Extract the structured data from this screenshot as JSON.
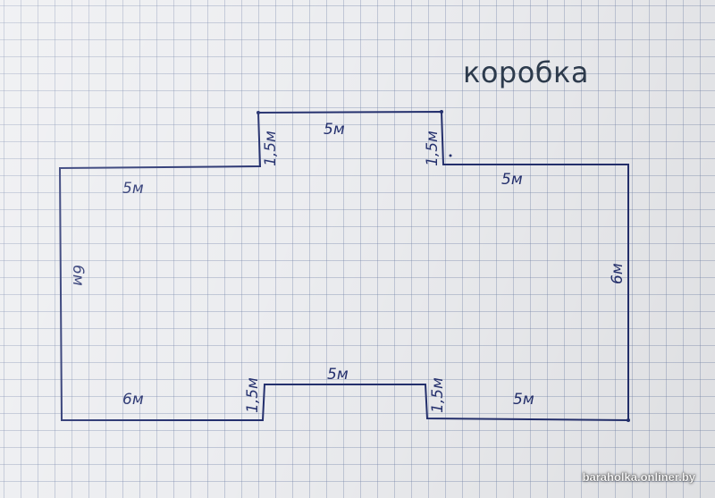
{
  "title": "коробка",
  "labels": {
    "top_center": "5м",
    "top_left_step": "1,5м",
    "top_right_step": "1,5м",
    "upper_left": "5м",
    "upper_right": "5м",
    "left_side": "6м",
    "right_side": "6м",
    "bottom_center": "5м",
    "bottom_left_step": "1,5м",
    "bottom_right_step": "1,5м",
    "lower_left": "6м",
    "lower_right": "5м"
  },
  "watermark": "baraholka.onliner.by",
  "colors": {
    "ink": "#24306e",
    "paper": "#ecedf0",
    "grid": "#8796b0"
  }
}
